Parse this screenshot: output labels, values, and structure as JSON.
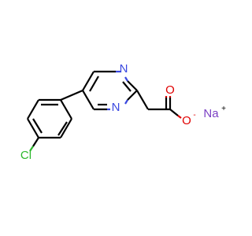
{
  "molecule": {
    "atoms": {
      "n1": "N",
      "n2": "N",
      "o_carbonyl": "O",
      "o_anion": "O",
      "o_anion_charge": "-",
      "na": "Na",
      "na_charge": "+",
      "cl": "Cl"
    },
    "colors": {
      "bond": "#000000",
      "nitrogen": "#3A48E0",
      "oxygen": "#E00000",
      "chlorine": "#2CB82C",
      "sodium": "#7B3FC4"
    }
  }
}
